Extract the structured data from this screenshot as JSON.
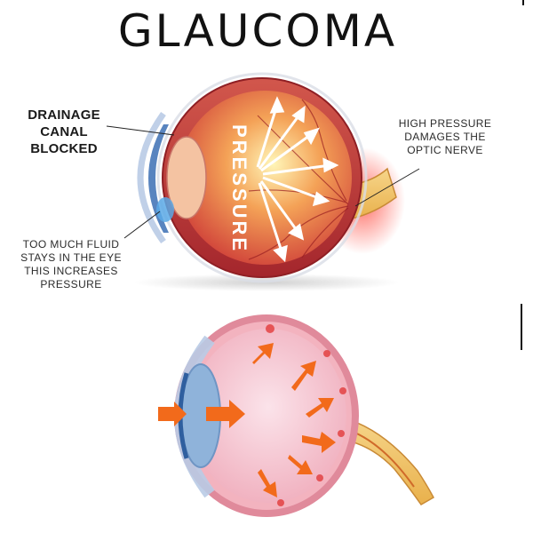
{
  "title": "GLAUCOMA",
  "labels": {
    "drainage": "DRAINAGE\nCANAL\nBLOCKED",
    "high_pressure": "HIGH PRESSURE\nDAMAGES THE\nOPTIC NERVE",
    "fluid": "TOO MUCH FLUID\nSTAYS IN THE EYE\nTHIS INCREASES\nPRESSURE",
    "pressure_word": "PRESSURE"
  },
  "colors": {
    "sclera_top": "#c7333a",
    "vitreous_top": "#f08c4a",
    "glow": "#fff4b0",
    "vitreous_bottom": "#f2b8c6",
    "sclera_bottom": "#e99aa7",
    "cornea": "#a9c6e8",
    "nerve": "#f3c96c",
    "arrow_orange": "#f26a1b"
  }
}
